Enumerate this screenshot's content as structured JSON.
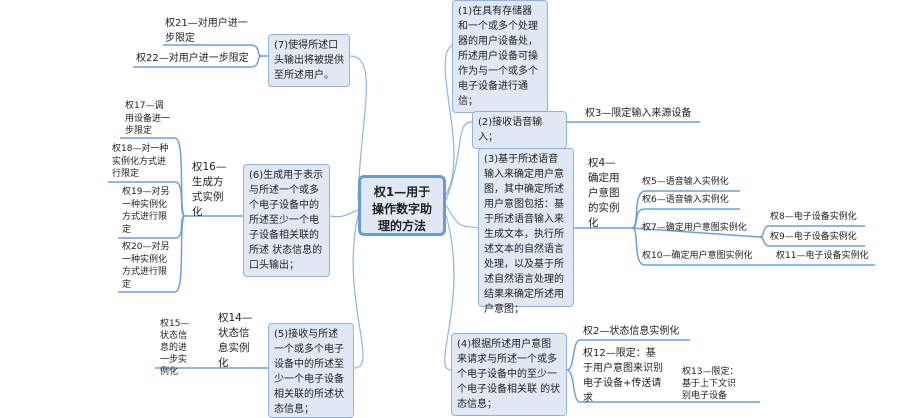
{
  "central": "权1—用于操作数字助理的方法",
  "steps": {
    "s1": "(1)在具有存储器和一个或多个处理器的用户设备处，所述用户设备可操作为与一个或多个电子设备进行通信；",
    "s2": "(2)接收语音输入；",
    "s3": "(3)基于所述语音输入来确定用户意图，其中确定所述用户意图包括：基于所述语音输入来生成文本，执行所述文本的自然语言处理，以及基于所述自然语言处理的结果来确定所述用户意图；",
    "s4": "(4)根据所述用户意图来请求与所述一个或多个电子设备中的至少一个电子设备相关联 的状态信息；",
    "s5": "(5)接收与所述一个或多个电子设备中的所述至少一个电子设备相关联的所述状态信息；",
    "s6": "(6)生成用于表示与所述一个或多个电子设备中的所述至少一个电子设备相关联的所述 状态信息的口头输出；",
    "s7": "(7)使得所述口头输出将被提供至所述用户。"
  },
  "claims": {
    "c2": "权2—状态信息实例化",
    "c3": "权3—限定输入来源设备",
    "c4": "权4—确定用户意图的实例化",
    "c5": "权5—语音输入实例化",
    "c6": "权6—语音输入实例化",
    "c7": "权7—确定用户意图实例化",
    "c8": "权8—电子设备实例化",
    "c9": "权9—电子设备实例化",
    "c10": "权10—确定用户意图实例化",
    "c11": "权11—电子设备实例化",
    "c12": "权12—限定：基于用户意图来识别电子设备+传送请求",
    "c13": "权13—限定：基于上下文识别电子设备",
    "c14": "权14—状态信息实例化",
    "c15": "权15—状态信息的进一步实例化",
    "c16": "权16—生成方式实例化",
    "c17": "权17—调用设备进一步限定",
    "c18": "权18—对一种实例化方式进行限定",
    "c19": "权19—对另一种实例化方式进行限定",
    "c20": "权20—对另一种实例化方式进行限定",
    "c21": "权21—对用户进一步限定",
    "c22": "权22—对用户进一步限定"
  },
  "colors": {
    "line": "#7fa8dc",
    "node_fill": "#dfe8f3",
    "node_border": "#8fb2de"
  }
}
